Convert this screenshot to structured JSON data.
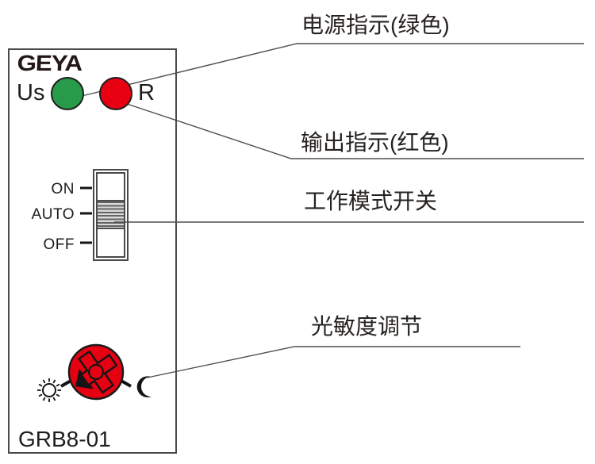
{
  "device": {
    "brand_logo": "GEYA",
    "model": "GRB8-01",
    "power_led_label": "Us",
    "output_led_label": "R",
    "mode_switch": {
      "positions": [
        "ON",
        "AUTO",
        "OFF"
      ],
      "selected": "AUTO"
    }
  },
  "annotations": {
    "power": "电源指示(绿色)",
    "output": "输出指示(红色)",
    "mode": "工作模式开关",
    "sensitivity": "光敏度调节"
  },
  "colors": {
    "led_green": "#279b49",
    "led_red": "#e60012",
    "knob_red": "#e60012",
    "leader_line": "#4f4f4f",
    "text": "#262220"
  }
}
